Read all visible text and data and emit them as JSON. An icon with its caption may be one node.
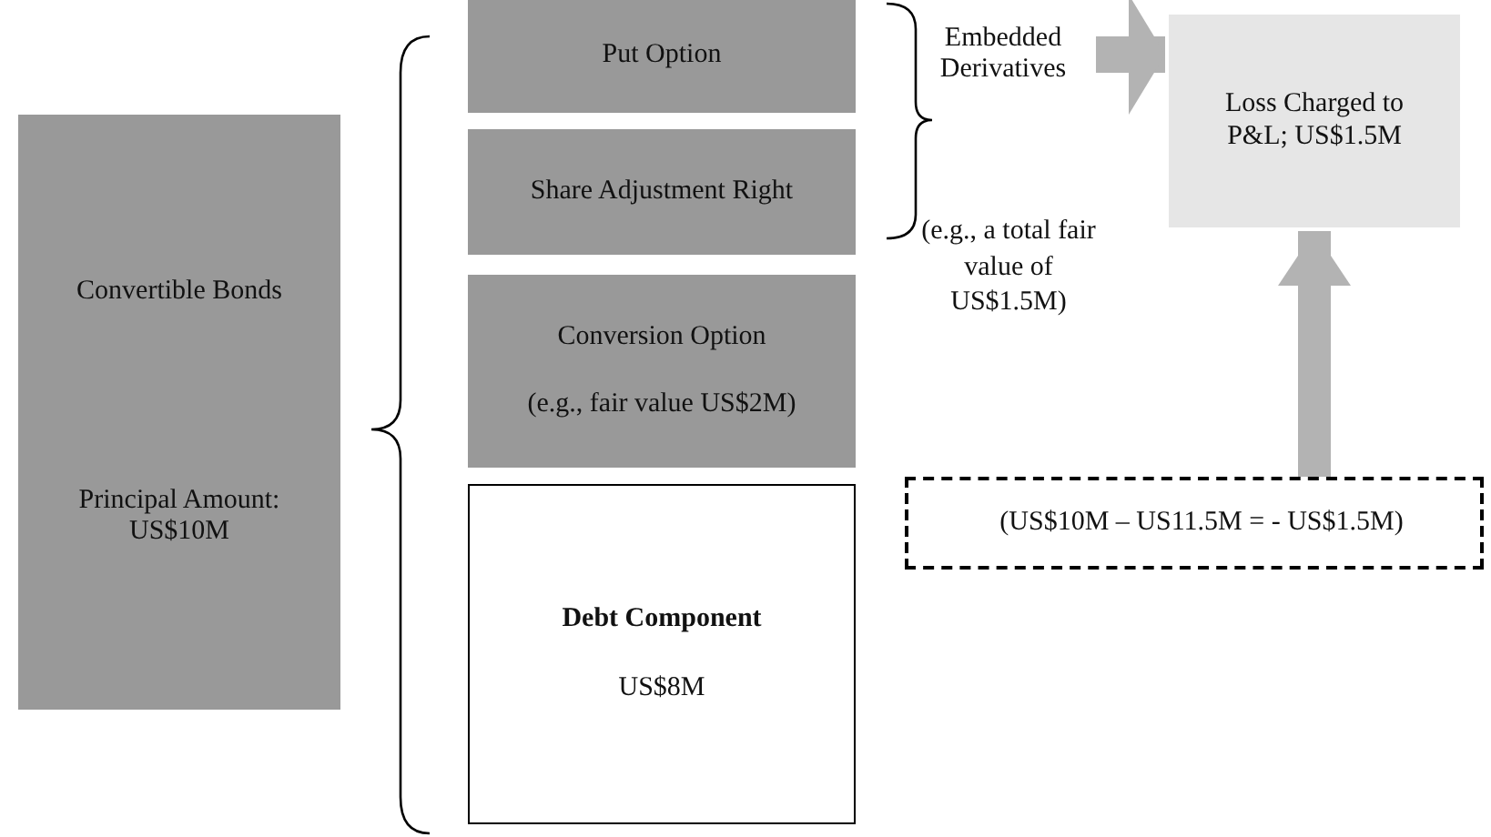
{
  "diagram": {
    "nodes": [
      {
        "text": [
          "Convertible Bonds",
          "Principal Amount: US$10M"
        ]
      },
      {
        "text": [
          "Put Option"
        ]
      },
      {
        "text": [
          "Share Adjustment Right"
        ]
      },
      {
        "text": [
          "Conversion Option",
          "(e.g., fair value US$2M)"
        ]
      },
      {
        "text": [
          "Debt Component",
          "US$8M"
        ]
      },
      {
        "text": [
          "Embedded Derivatives"
        ]
      },
      {
        "text": [
          "Loss Charged to P&L; US$1.5M"
        ]
      },
      {
        "text": [
          "(US$10M – US11.5M = - US$1.5M)"
        ]
      }
    ],
    "edges": [
      {
        "from": 5,
        "to": 6,
        "arrow": "to"
      },
      {
        "from": 7,
        "to": 6,
        "arrow": "to"
      }
    ],
    "labels": [
      "(e.g., a total fair value of US$1.5M)"
    ]
  }
}
